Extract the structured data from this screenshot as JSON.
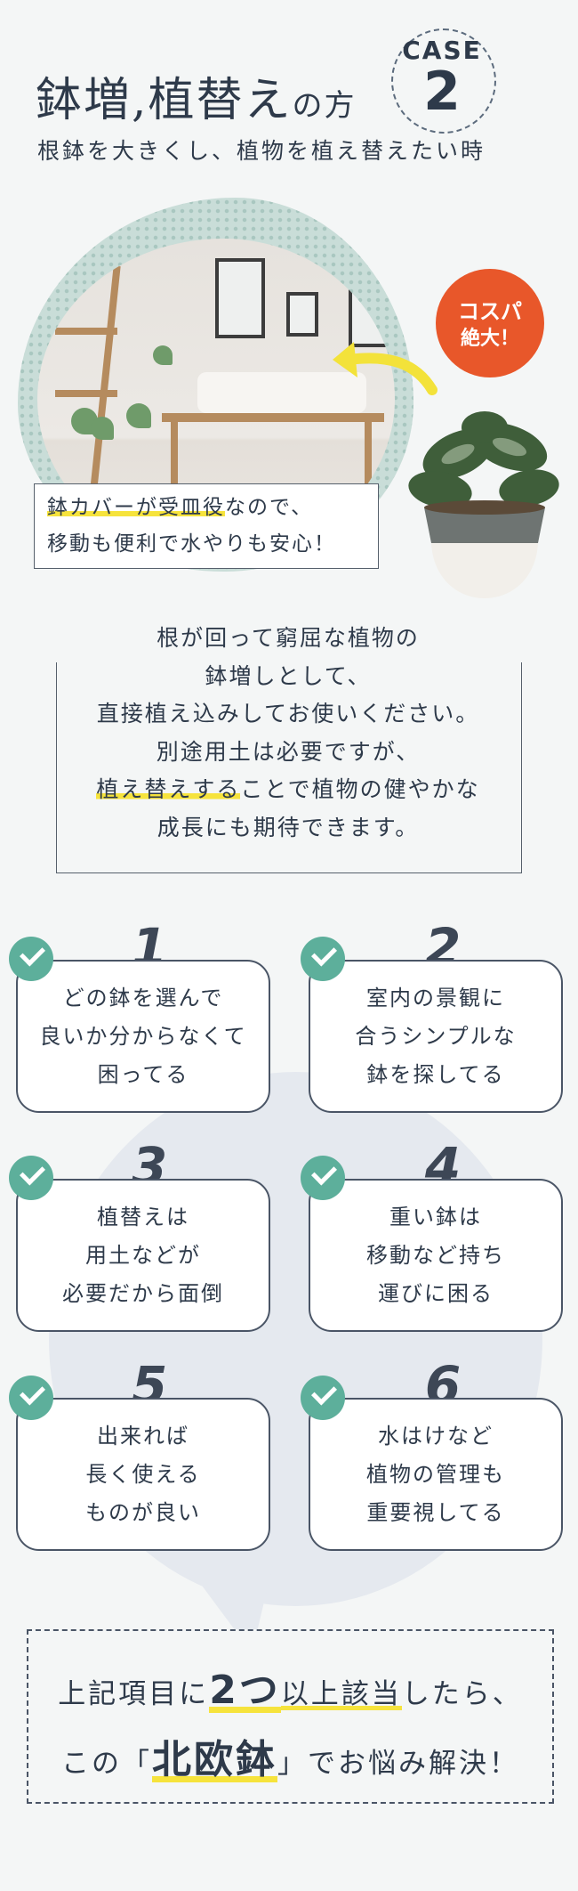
{
  "header": {
    "title_main": "鉢増,植替え",
    "title_suffix": "の方",
    "subtitle": "根鉢を大きくし、植物を植え替えたい時",
    "case_label": "CASE",
    "case_number": "2"
  },
  "hero": {
    "caption_highlight": "鉢カバーが受皿役",
    "caption_line1_rest": "なので、",
    "caption_line2": "移動も便利で水やりも安心！",
    "badge_line1": "コスパ",
    "badge_line2": "絶大！"
  },
  "description": {
    "line1": "根が回って窮屈な植物の",
    "line2": "鉢増しとして、",
    "line3": "直接植え込みしてお使いください。",
    "line4": "別途用土は必要ですが、",
    "line5_highlight": "植え替えする",
    "line5_rest": "ことで植物の健やかな",
    "line6": "成長にも期待できます。"
  },
  "checks": [
    {
      "num": "1",
      "l1": "どの鉢を選んで",
      "l2": "良いか分からなくて",
      "l3": "困ってる"
    },
    {
      "num": "2",
      "l1": "室内の景観に",
      "l2": "合うシンプルな",
      "l3": "鉢を探してる"
    },
    {
      "num": "3",
      "l1": "植替えは",
      "l2": "用土などが",
      "l3": "必要だから面倒"
    },
    {
      "num": "4",
      "l1": "重い鉢は",
      "l2": "移動など持ち",
      "l3": "運びに困る"
    },
    {
      "num": "5",
      "l1": "出来れば",
      "l2": "長く使える",
      "l3": "ものが良い"
    },
    {
      "num": "6",
      "l1": "水はけなど",
      "l2": "植物の管理も",
      "l3": "重要視してる"
    }
  ],
  "conclusion": {
    "pre": "上記項目に",
    "big1": "2つ",
    "mid": "以上該当",
    "post": "したら、",
    "l2_pre": "この「",
    "big2": "北欧鉢",
    "l2_post": "」でお悩み解決！"
  },
  "colors": {
    "text": "#2e3a4a",
    "highlight": "#f6e33c",
    "check": "#5daf9b",
    "badge": "#e8572a"
  }
}
